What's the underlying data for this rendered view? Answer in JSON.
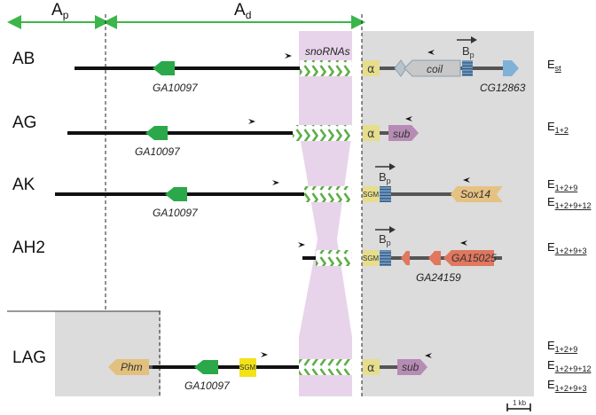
{
  "regions": {
    "ap": "A",
    "ap_sub": "p",
    "ad": "A",
    "ad_sub": "d"
  },
  "rows": {
    "ab": {
      "label": "AB",
      "e_main": "E",
      "e_sub": "st"
    },
    "ag": {
      "label": "AG",
      "e_main": "E",
      "e_sub": "1+2"
    },
    "ak": {
      "label": "AK",
      "e_main": "E",
      "e_sub": "1+2+9",
      "e2_main": "E",
      "e2_sub": "1+2+9+12"
    },
    "ah2": {
      "label": "AH2",
      "e_main": "E",
      "e_sub": "1+2+9+3"
    },
    "lag": {
      "label": "LAG",
      "e_main": "E",
      "e_sub": "1+2+9",
      "e2_main": "E",
      "e2_sub": "1+2+9+12",
      "e3_main": "E",
      "e3_sub": "1+2+9+3"
    }
  },
  "genes": {
    "ga10097": "GA10097",
    "coil": "coil",
    "cg12863": "CG12863",
    "sub": "sub",
    "sox14": "Sox14",
    "ga15025": "GA15025",
    "ga24159": "GA24159",
    "phm": "Phm"
  },
  "labels": {
    "snornas": "snoRNAs",
    "alpha": "α",
    "sgm": "SGM",
    "bp_main": "B",
    "bp_sub": "p",
    "scale": "1 kb"
  },
  "colors": {
    "green_gene": "#2aa84a",
    "arrow_green": "#3cb54a",
    "snorna_band": "#e8d4ea",
    "gray_region": "#dcdcdc",
    "alpha_box": "#e6de8c",
    "sgm_yellow": "#f3e218",
    "coil_gray": "#c8c8c8",
    "cg12863_blue": "#7fb2d6",
    "sub_purple": "#b68bb4",
    "sox14_tan": "#e6c282",
    "ga_salmon": "#e0775e",
    "phm_tan": "#e2c07e",
    "bp_blue": "#6e98bf"
  }
}
